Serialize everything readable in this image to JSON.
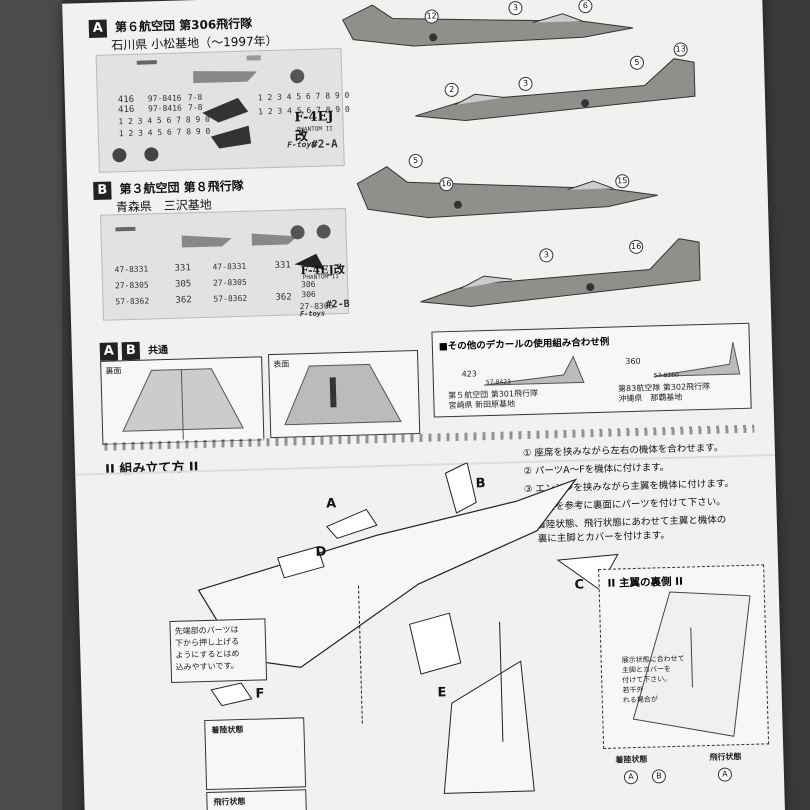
{
  "sectionA": {
    "badge": "A",
    "line1": "第６航空団 第306飛行隊",
    "line2": "石川県 小松基地（〜1997年）",
    "decals": {
      "nums1": "1 2 3 4 5 6 7 8 9 0",
      "nums2": "1 2 3 4 5 6 7 8 9 0",
      "tail1": "416",
      "tail2": "416",
      "serial1": "97-8416",
      "serial2": "97-8416",
      "code": "7-8",
      "code2": "7-8",
      "nums3": "1 2 3 4 5 6 7 8 9 0",
      "nums4": "1 2 3 4 5 6 7 8 9 0",
      "logo_main": "F-4EJ改",
      "logo_sub": "PHANTOM II",
      "logo_brand": "F-toys",
      "logo_code": "#2-A"
    }
  },
  "sectionB": {
    "badge": "B",
    "line1": "第３航空団 第８飛行隊",
    "line2": "青森県　三沢基地",
    "decals": {
      "r1a": "47-8331",
      "r1b": "331",
      "r1c": "47-8331",
      "r1d": "331",
      "r2a": "27-8305",
      "r2b": "305",
      "r2c": "27-8305",
      "r3a": "57-8362",
      "r3b": "362",
      "r3c": "57-8362",
      "r3d": "362",
      "r3e": "27-8306",
      "top306a": "306",
      "top306b": "306",
      "logo_main": "F-4EJ改",
      "logo_sub": "PHANTOM II",
      "logo_brand": "F-toys",
      "logo_code": "#2-B"
    }
  },
  "common": {
    "badgeA": "A",
    "badgeB": "B",
    "label": "共通",
    "under": "裏面",
    "top": "表面"
  },
  "otherDecals": {
    "title": "■その他のデカールの使用組み合わせ例",
    "ex1_num": "423",
    "ex1_serial": "57-8423",
    "ex1_line1": "第５航空団 第301飛行隊",
    "ex1_line2": "宮崎県 新田原基地",
    "ex2_num": "360",
    "ex2_serial": "57-8360",
    "ex2_line1": "第83航空隊 第302飛行隊",
    "ex2_line2": "沖縄県　那覇基地"
  },
  "assembly": {
    "title": "II 組み立て方 II",
    "steps": [
      "① 座席を挟みながら左右の機体を合わせます。",
      "② パーツA〜Fを機体に付けます。",
      "③ エンジンを挟みながら主翼を機体に付けます。",
      "④ 下図を参考に裏面にパーツを付けて下さい。",
      "⑤ 着陸状態、飛行状態にあわせて主翼と機体の",
      "　 裏に主脚とカバーを付けます。"
    ],
    "parts": {
      "A": "A",
      "B": "B",
      "C": "C",
      "D": "D",
      "E": "E",
      "F": "F"
    },
    "note": [
      "先端部のパーツは",
      "下から押し上げる",
      "ようにするとはめ",
      "込みやすいです。"
    ],
    "landing": "着陸状態",
    "flight": "飛行状態"
  },
  "wingUnder": {
    "title": "II 主翼の裏側 II",
    "note": [
      "展示状態に合わせて",
      "主脚とカバーを",
      "付けて下さい。",
      "若干外",
      "れる場合が"
    ],
    "landing": "着陸状態",
    "flight": "飛行状態",
    "circA": "A",
    "circB": "B",
    "circA2": "A"
  },
  "colors": {
    "paper": "#f1f1ef",
    "camo": "#8f8f8c",
    "ink": "#222222"
  }
}
